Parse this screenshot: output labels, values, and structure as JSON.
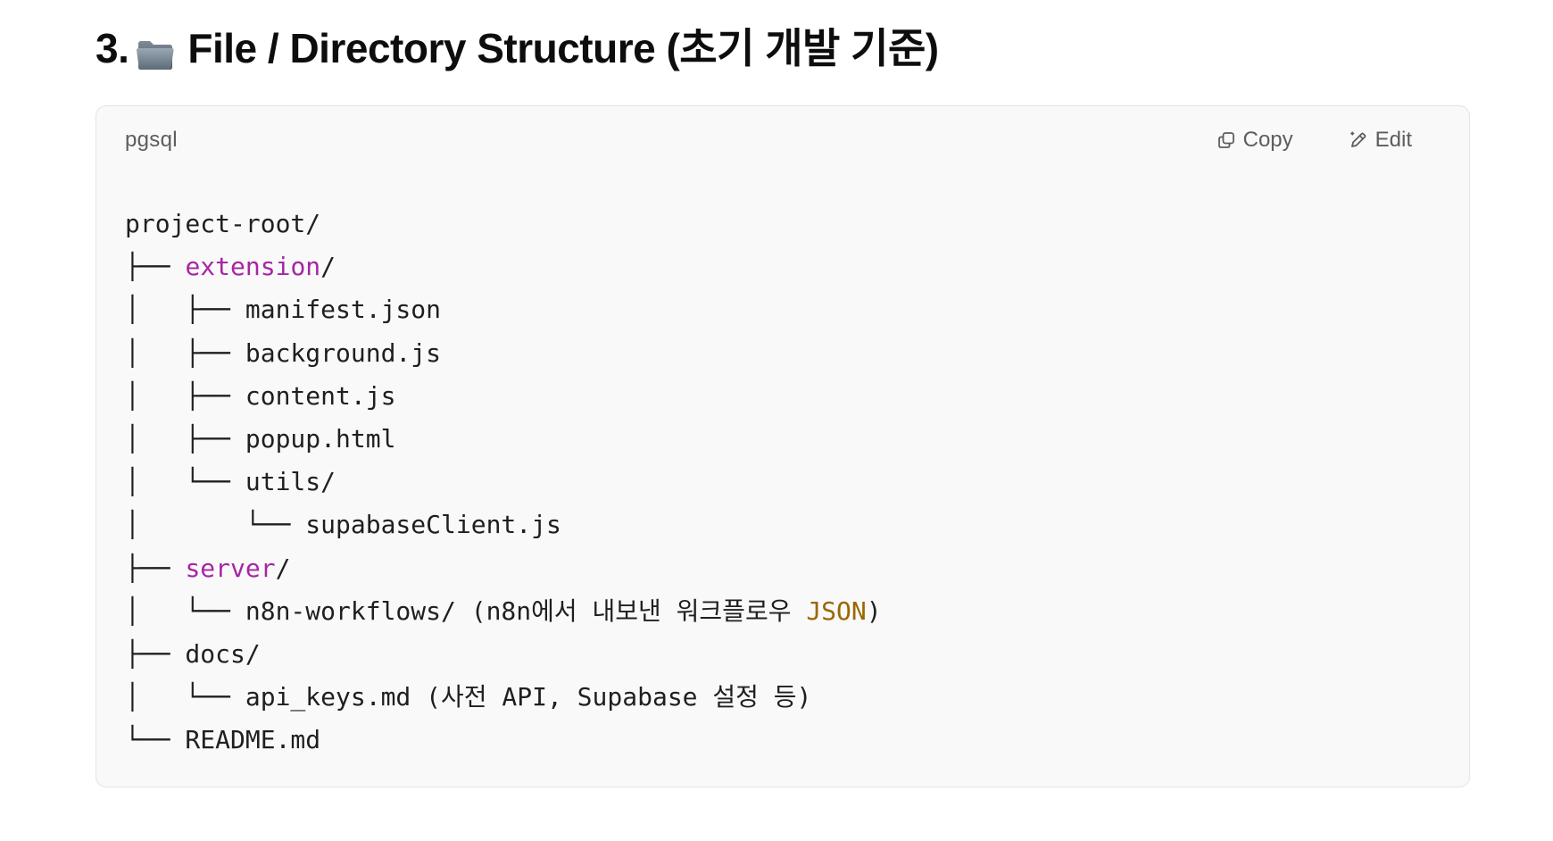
{
  "heading": {
    "number": "3.",
    "icon": "folder-icon",
    "title": "File / Directory Structure (초기 개발 기준)"
  },
  "code_block": {
    "language": "pgsql",
    "copy_label": "Copy",
    "edit_label": "Edit",
    "colors": {
      "keyword": "#a626a4",
      "literal": "#986801",
      "text": "#1f1f1f",
      "background": "#f9f9f9"
    },
    "lines": [
      [
        {
          "t": "project-root/",
          "c": ""
        }
      ],
      [
        {
          "t": "├── ",
          "c": ""
        },
        {
          "t": "extension",
          "c": "kw"
        },
        {
          "t": "/",
          "c": ""
        }
      ],
      [
        {
          "t": "│   ├── manifest.json",
          "c": ""
        }
      ],
      [
        {
          "t": "│   ├── background.js",
          "c": ""
        }
      ],
      [
        {
          "t": "│   ├── content.js",
          "c": ""
        }
      ],
      [
        {
          "t": "│   ├── popup.html",
          "c": ""
        }
      ],
      [
        {
          "t": "│   └── utils/",
          "c": ""
        }
      ],
      [
        {
          "t": "│       └── supabaseClient.js",
          "c": ""
        }
      ],
      [
        {
          "t": "├── ",
          "c": ""
        },
        {
          "t": "server",
          "c": "kw"
        },
        {
          "t": "/",
          "c": ""
        }
      ],
      [
        {
          "t": "│   └── n8n-workflows/ (n8n에서 내보낸 워크플로우 ",
          "c": ""
        },
        {
          "t": "JSON",
          "c": "num"
        },
        {
          "t": ")",
          "c": ""
        }
      ],
      [
        {
          "t": "├── docs/",
          "c": ""
        }
      ],
      [
        {
          "t": "│   └── api_keys.md (사전 API, Supabase 설정 등)",
          "c": ""
        }
      ],
      [
        {
          "t": "└── README.md",
          "c": ""
        }
      ]
    ]
  }
}
